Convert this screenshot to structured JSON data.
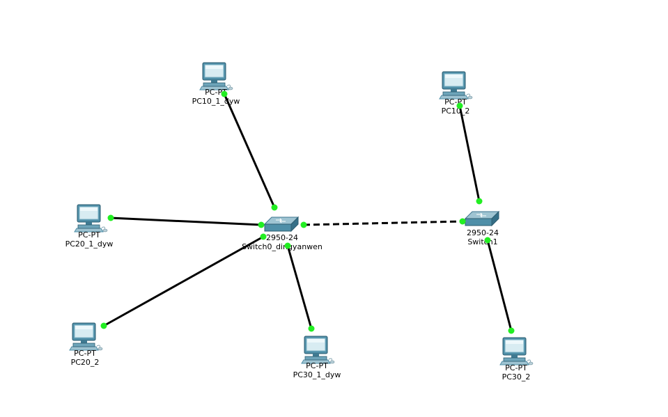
{
  "devices": {
    "pc10_1": {
      "type_label": "PC-PT",
      "name": "PC10_1_dyw",
      "icon": "pc-icon"
    },
    "pc20_1": {
      "type_label": "PC-PT",
      "name": "PC20_1_dyw",
      "icon": "pc-icon"
    },
    "pc20_2": {
      "type_label": "PC-PT",
      "name": "PC20_2",
      "icon": "pc-icon"
    },
    "pc30_1": {
      "type_label": "PC-PT",
      "name": "PC30_1_dyw",
      "icon": "pc-icon"
    },
    "pc10_2": {
      "type_label": "PC-PT",
      "name": "PC10_2",
      "icon": "pc-icon"
    },
    "pc30_2": {
      "type_label": "PC-PT",
      "name": "PC30_2",
      "icon": "pc-icon"
    },
    "switch0": {
      "type_label": "2950-24",
      "name": "Switch0_dingyanwen",
      "icon": "switch-icon"
    },
    "switch1": {
      "type_label": "2950-24",
      "name": "Switch1",
      "icon": "switch-icon"
    }
  },
  "links": [
    {
      "from": "switch0",
      "to": "pc10_1",
      "style": "solid"
    },
    {
      "from": "switch0",
      "to": "pc20_1",
      "style": "solid"
    },
    {
      "from": "switch0",
      "to": "pc20_2",
      "style": "solid"
    },
    {
      "from": "switch0",
      "to": "pc30_1",
      "style": "solid"
    },
    {
      "from": "switch0",
      "to": "switch1",
      "style": "dashed"
    },
    {
      "from": "switch1",
      "to": "pc10_2",
      "style": "solid"
    },
    {
      "from": "switch1",
      "to": "pc30_2",
      "style": "solid"
    }
  ],
  "colors": {
    "link": "#000000",
    "port_up": "#22ee22",
    "device_body": "#4f8fa8",
    "screen": "#d8ecf2",
    "background": "#ffffff"
  }
}
